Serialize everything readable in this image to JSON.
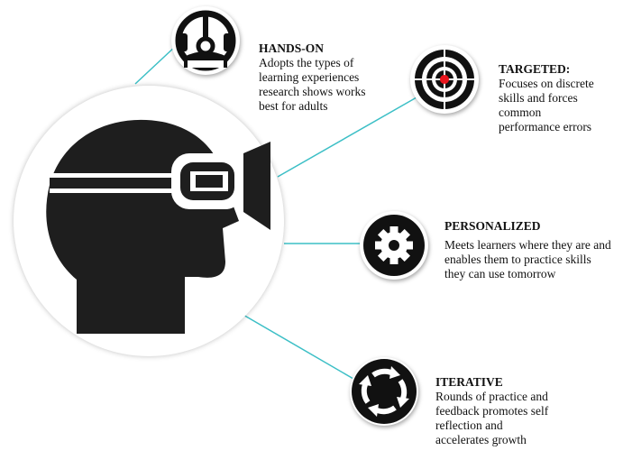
{
  "colors": {
    "connector": "#3cbfc6",
    "icon": "#111111",
    "target_center": "#e8141c"
  },
  "features": [
    {
      "icon": "steering-wheel-icon",
      "title": "HANDS-ON",
      "body": [
        "Adopts the types of",
        "learning experiences",
        "research shows works",
        "best for adults"
      ]
    },
    {
      "icon": "target-icon",
      "title": "TARGETED:",
      "body": [
        "Focuses on discrete",
        "skills and forces",
        "common",
        "performance errors"
      ]
    },
    {
      "icon": "gear-icon",
      "title": "PERSONALIZED",
      "body": [
        "Meets learners where they are and",
        "enables them to practice skills",
        "they can use tomorrow"
      ]
    },
    {
      "icon": "cycle-arrows-icon",
      "title": "ITERATIVE",
      "body": [
        "Rounds of practice and",
        "feedback promotes self",
        "reflection and",
        "accelerates growth"
      ]
    }
  ]
}
